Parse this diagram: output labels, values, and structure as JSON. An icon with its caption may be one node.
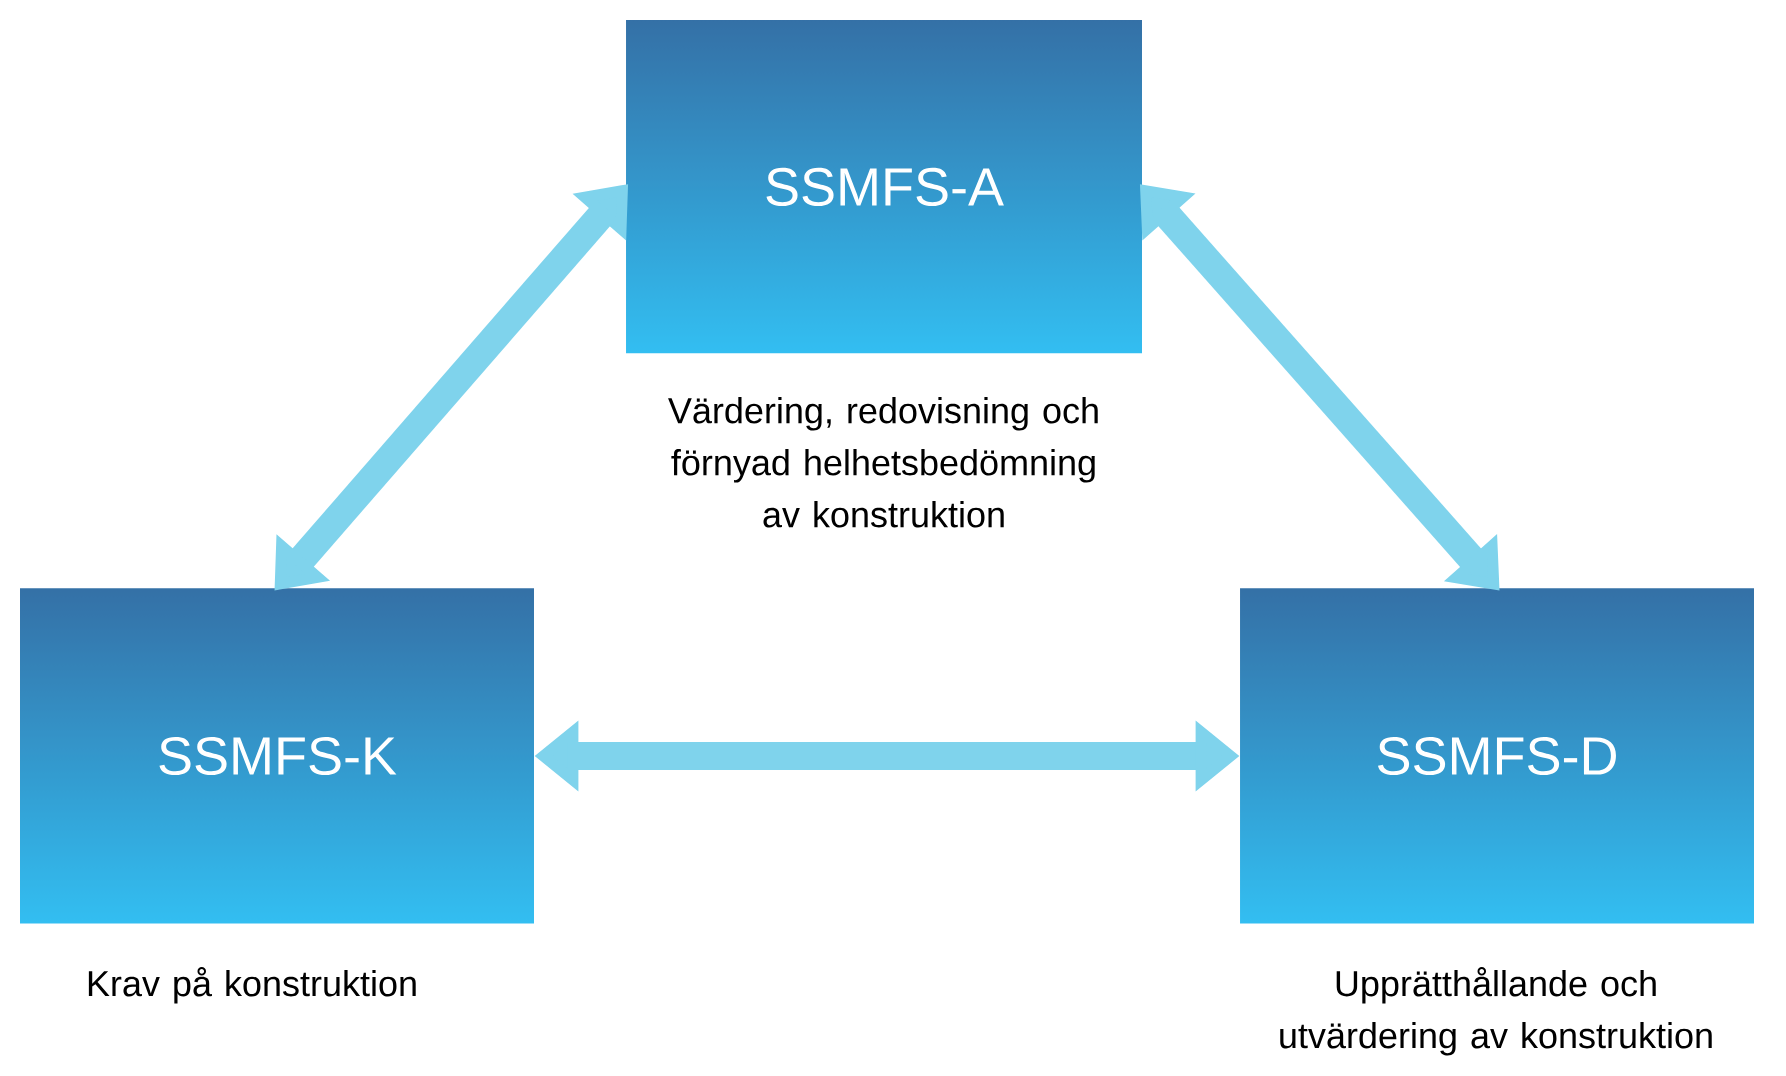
{
  "diagram": {
    "nodes": [
      {
        "text": [
          "SSMFS-A"
        ],
        "beside": [
          "Värdering, redovisning och förnyad helhetsbedömning av konstruktion"
        ]
      },
      {
        "text": [
          "SSMFS-K"
        ],
        "beside": [
          "Krav på konstruktion"
        ]
      },
      {
        "text": [
          "SSMFS-D"
        ],
        "beside": [
          "Upprätthållande och utvärdering av konstruktion"
        ]
      }
    ],
    "edges": [
      {
        "from": 1,
        "to": 0,
        "arrow": "both"
      },
      {
        "from": 0,
        "to": 2,
        "arrow": "both"
      },
      {
        "from": 1,
        "to": 2,
        "arrow": "both"
      }
    ]
  }
}
